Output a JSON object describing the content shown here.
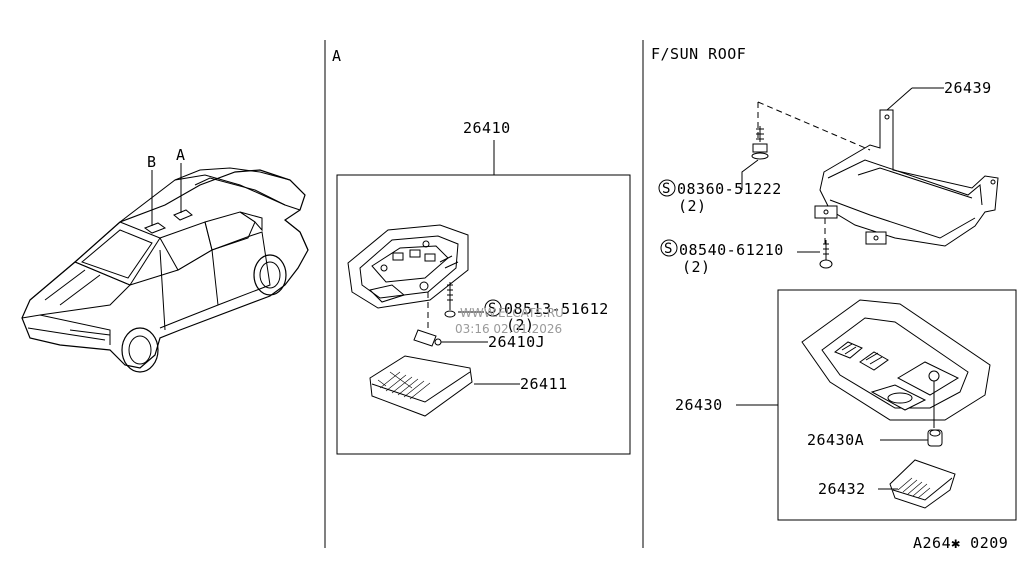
{
  "car_view": {
    "label_b": "B",
    "label_a": "A"
  },
  "panel_a": {
    "title": "A",
    "part_26410": "26410",
    "screw_code": "08513-51612",
    "screw_qty": "(2)",
    "part_26410j": "26410J",
    "part_26411": "26411"
  },
  "panel_sunroof": {
    "title": "F/SUN ROOF",
    "part_26439": "26439",
    "screw1_code": "08360-51222",
    "screw1_qty": "(2)",
    "screw2_code": "08540-61210",
    "screw2_qty": "(2)",
    "part_26430": "26430",
    "part_26430a": "26430A",
    "part_26432": "26432"
  },
  "footer": {
    "drawing_id": "A264✱ 0209"
  },
  "watermark": {
    "line1": "WWW.ELCATS.RU",
    "line2": "03:16 02.01.2026"
  },
  "icons": {
    "s_symbol": "S"
  }
}
